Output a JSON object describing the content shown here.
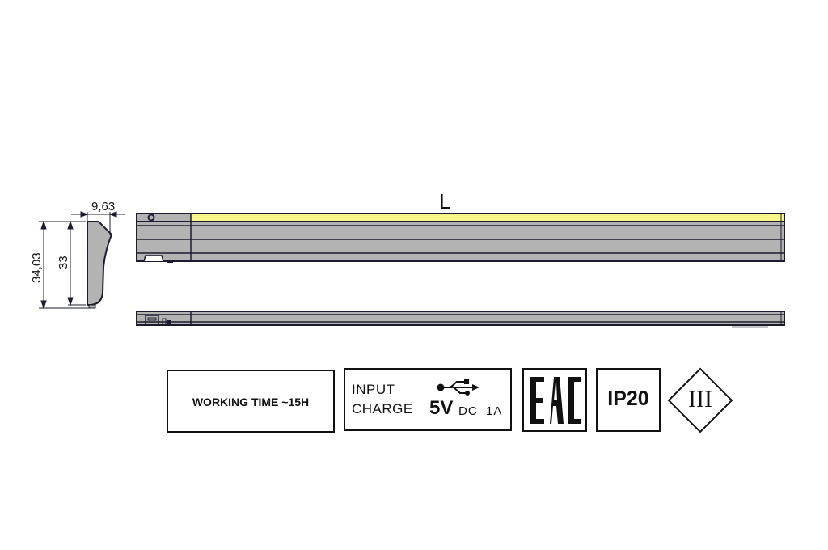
{
  "drawing": {
    "length_label": "L",
    "profile": {
      "width_dim": "9,63",
      "outer_height_dim": "34,03",
      "inner_height_dim": "33"
    },
    "colors": {
      "body_fill": "#b3b3b3",
      "led_strip": "#f8f88a",
      "outline": "#1c1c2e"
    }
  },
  "badges": {
    "working_time": "WORKING TIME ~15H",
    "input_charge": {
      "line1": "INPUT",
      "line2": "CHARGE",
      "voltage": "5V",
      "current_type": "DC",
      "amperage": "1A",
      "icon": "usb-icon"
    },
    "eac": "EAC",
    "ip_rating": "IP20",
    "protection_class": "III"
  }
}
